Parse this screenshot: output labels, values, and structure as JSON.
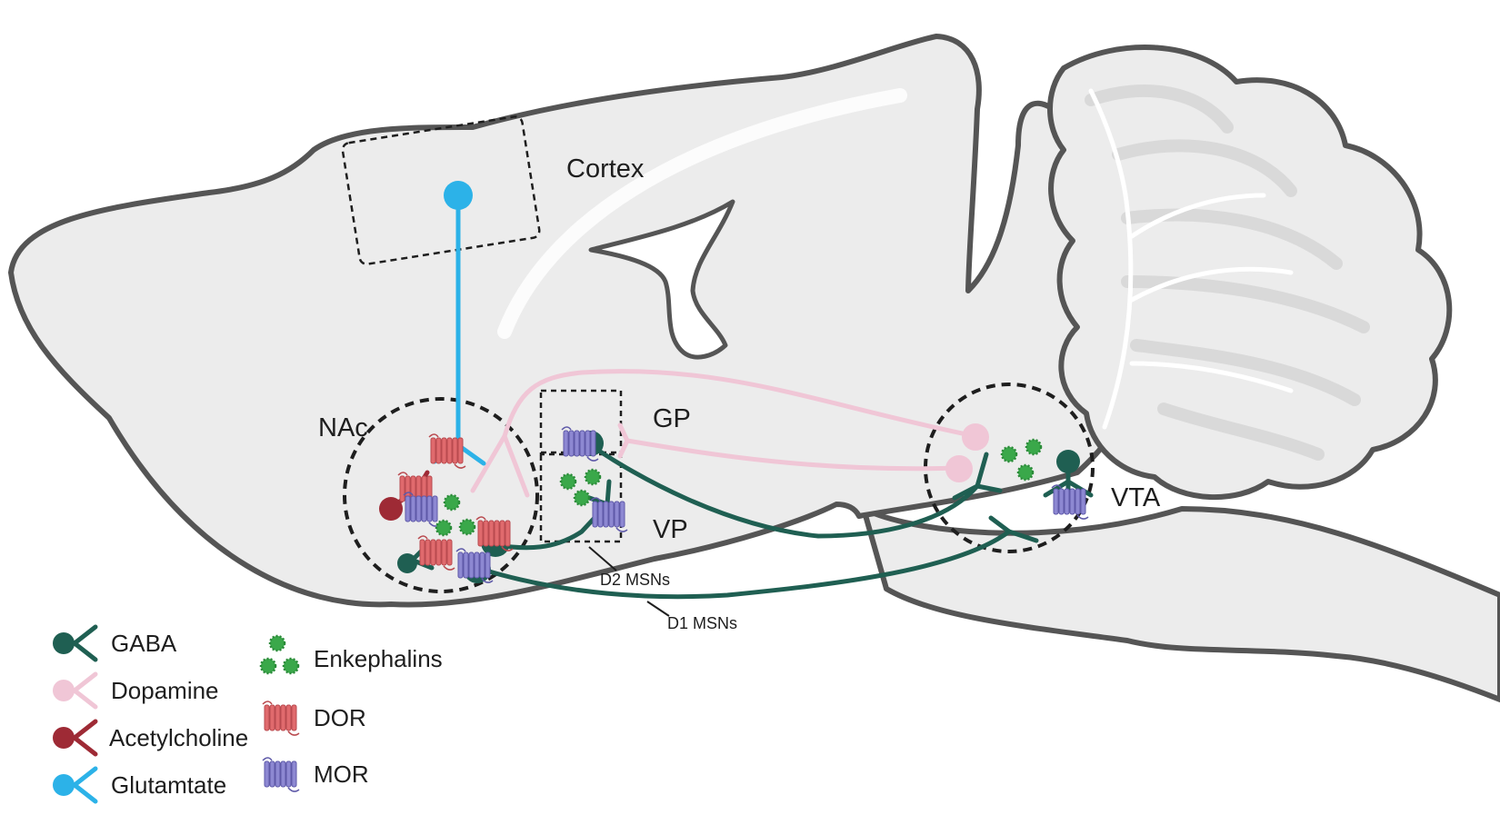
{
  "regions": {
    "cortex": "Cortex",
    "nac": "NAc",
    "gp": "GP",
    "vp": "VP",
    "vta": "VTA"
  },
  "pathways": {
    "d2": "D2 MSNs",
    "d1": "D1 MSNs"
  },
  "legend": {
    "gaba": "GABA",
    "dopamine": "Dopamine",
    "acetylcholine": "Acetylcholine",
    "glutamate": "Glutamtate",
    "enkephalins": "Enkephalins",
    "dor": "DOR",
    "mor": "MOR"
  },
  "colors": {
    "brain_fill": "#ececec",
    "brain_outline": "#555555",
    "gaba": "#1f5f52",
    "dopamine": "#f0c6d6",
    "acetylcholine": "#9e2a35",
    "glutamate": "#2cb2e8",
    "enkephalin": "#3aa84a",
    "dor": "#e06a6d",
    "mor": "#8d88d2"
  }
}
